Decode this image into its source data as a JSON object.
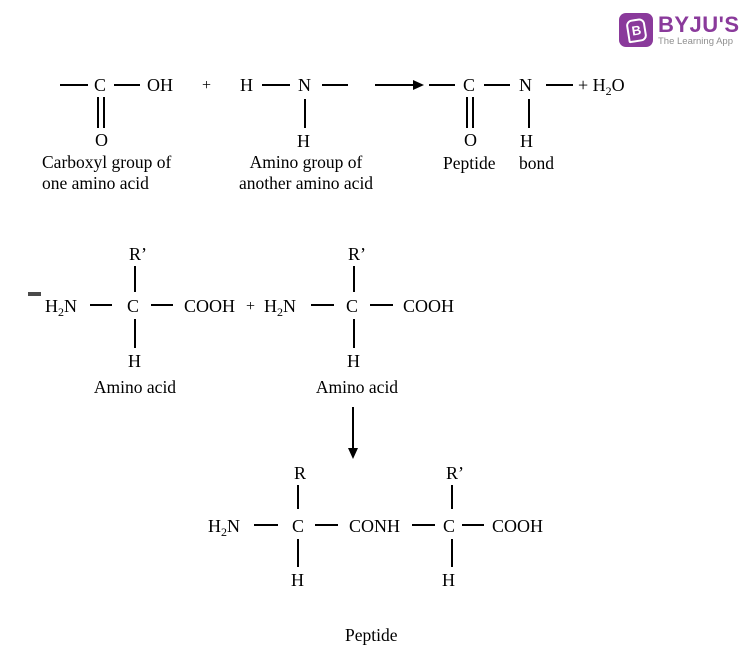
{
  "logo": {
    "icon_letter": "B",
    "brand": "BYJU'S",
    "tagline": "The Learning App",
    "brand_color": "#8a3a9b",
    "tagline_color": "#8f8f8f"
  },
  "top_reaction": {
    "carboxyl": {
      "c": "C",
      "oh": "OH",
      "o": "O",
      "label1": "Carboxyl group of",
      "label2": "one amino acid"
    },
    "plus": "+",
    "amino": {
      "h_left": "H",
      "n": "N",
      "h_below": "H",
      "label1": "Amino group of",
      "label2": "another amino acid"
    },
    "product": {
      "c": "C",
      "n": "N",
      "o": "O",
      "h": "H",
      "peptide_label": "Peptide",
      "bond_label": "bond"
    },
    "water": {
      "plus_h": "+ H",
      "sub": "2",
      "o": "O"
    }
  },
  "middle_reaction": {
    "amino_acid_1": {
      "r": "R’",
      "h2n": {
        "h": "H",
        "sub": "2",
        "n": "N"
      },
      "c": "C",
      "cooh": "COOH",
      "h": "H",
      "label": "Amino acid"
    },
    "plus": "+",
    "amino_acid_2": {
      "r": "R’",
      "h2n": {
        "h": "H",
        "sub": "2",
        "n": "N"
      },
      "c": "C",
      "cooh": "COOH",
      "h": "H",
      "label": "Amino acid"
    }
  },
  "product_peptide": {
    "r_left": "R",
    "r_right": "R’",
    "h2n": {
      "h": "H",
      "sub": "2",
      "n": "N"
    },
    "c1": "C",
    "conh": "CONH",
    "c2": "C",
    "cooh": "COOH",
    "h1": "H",
    "h2": "H",
    "label": "Peptide"
  }
}
